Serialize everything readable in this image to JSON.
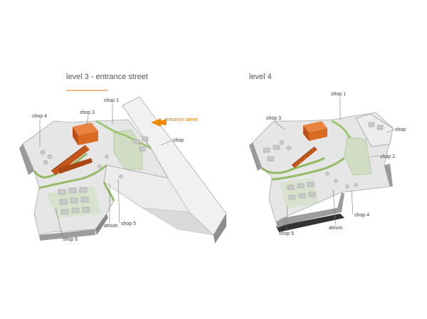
{
  "titles": {
    "level3": "level 3 - entrance street",
    "level4": "level 4"
  },
  "level3_labels": {
    "shop1": "shop 1",
    "shop3": "shop 3",
    "shop4": "shop 4",
    "entrance": "entrance street",
    "shop_right": "shop",
    "shop5": "shop 5",
    "atrium": "atrium",
    "shop6": "shop 6"
  },
  "level4_labels": {
    "shop1": "shop 1",
    "shop3": "shop 3",
    "shop_right": "shop",
    "shop2": "shop 2",
    "shop4": "shop 4",
    "atrium": "atrium",
    "shop5": "shop 5"
  },
  "colors": {
    "green_glass": "#7fb24a",
    "escalator": "#c4561a",
    "orange_block": "#d96a1c",
    "entrance_arrow": "#f08a00",
    "slab": "#e4e4e4",
    "wall": "#9a9a9a"
  }
}
